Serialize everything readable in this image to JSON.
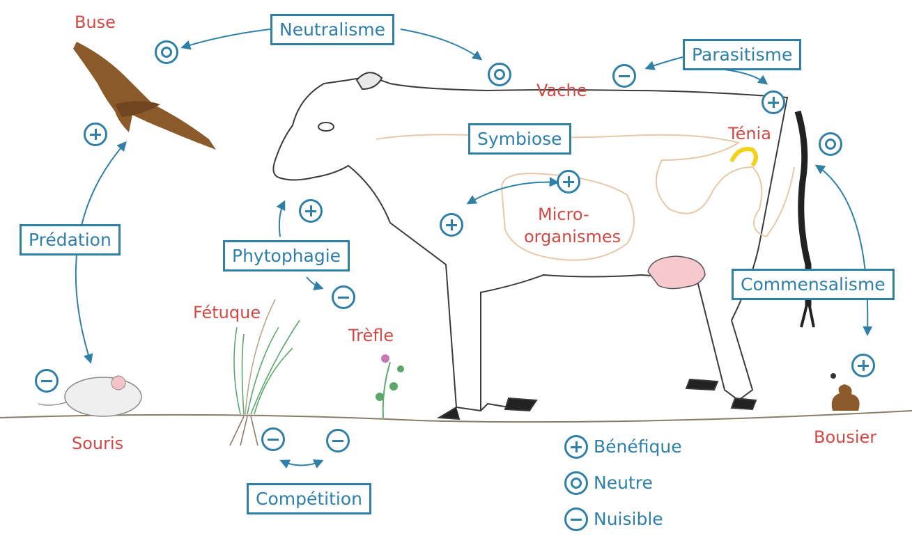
{
  "relations": {
    "neutralisme": "Neutralisme",
    "parasitisme": "Parasitisme",
    "symbiose": "Symbiose",
    "predation": "Prédation",
    "phytophagie": "Phytophagie",
    "commensalisme": "Commensalisme",
    "competition": "Compétition"
  },
  "organisms": {
    "buse": "Buse",
    "vache": "Vache",
    "tenia": "Ténia",
    "micro_line1": "Micro-",
    "micro_line2": "organismes",
    "fetuque": "Fétuque",
    "trefle": "Trèfle",
    "souris": "Souris",
    "bousier": "Bousier"
  },
  "legend": {
    "benefique": "Bénéfique",
    "neutre": "Neutre",
    "nuisible": "Nuisible"
  },
  "colors": {
    "relation_blue": "#2f7fa7",
    "organism_red": "#cf4a45",
    "tenia_yellow": "#f2d21b",
    "udder_pink": "#f6c9cf"
  }
}
